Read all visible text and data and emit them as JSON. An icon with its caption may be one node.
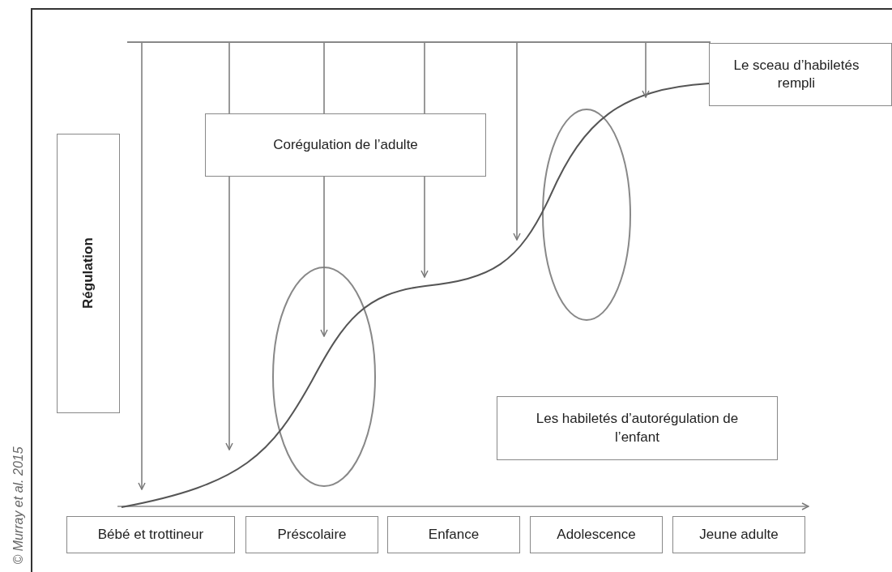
{
  "diagram": {
    "nodes": [
      {
        "text": [
          "Régulation"
        ]
      },
      {
        "text": [],
        "shape": "bar"
      },
      {
        "text": [
          "Corégulation de l’adulte"
        ]
      },
      {
        "text": [
          "Le sceau d’habiletés rempli"
        ]
      },
      {
        "text": [
          "Les habiletés d’autorégulation de l’enfant"
        ]
      },
      {
        "text": [
          "Bébé et trottineur"
        ]
      },
      {
        "text": [
          "Préscolaire"
        ]
      },
      {
        "text": [
          "Enfance"
        ]
      },
      {
        "text": [
          "Adolescence"
        ]
      },
      {
        "text": [
          "Jeune adulte"
        ]
      }
    ],
    "edges": [
      {
        "from": 1,
        "to": null,
        "arrow": "to"
      },
      {
        "from": 1,
        "to": null,
        "arrow": "to"
      },
      {
        "from": 1,
        "to": null,
        "arrow": "to"
      },
      {
        "from": 1,
        "to": null,
        "arrow": "to"
      },
      {
        "from": 1,
        "to": null,
        "arrow": "to"
      },
      {
        "from": 1,
        "to": null,
        "arrow": "to"
      }
    ],
    "labels": [
      "© Murray et al. 2015"
    ]
  }
}
